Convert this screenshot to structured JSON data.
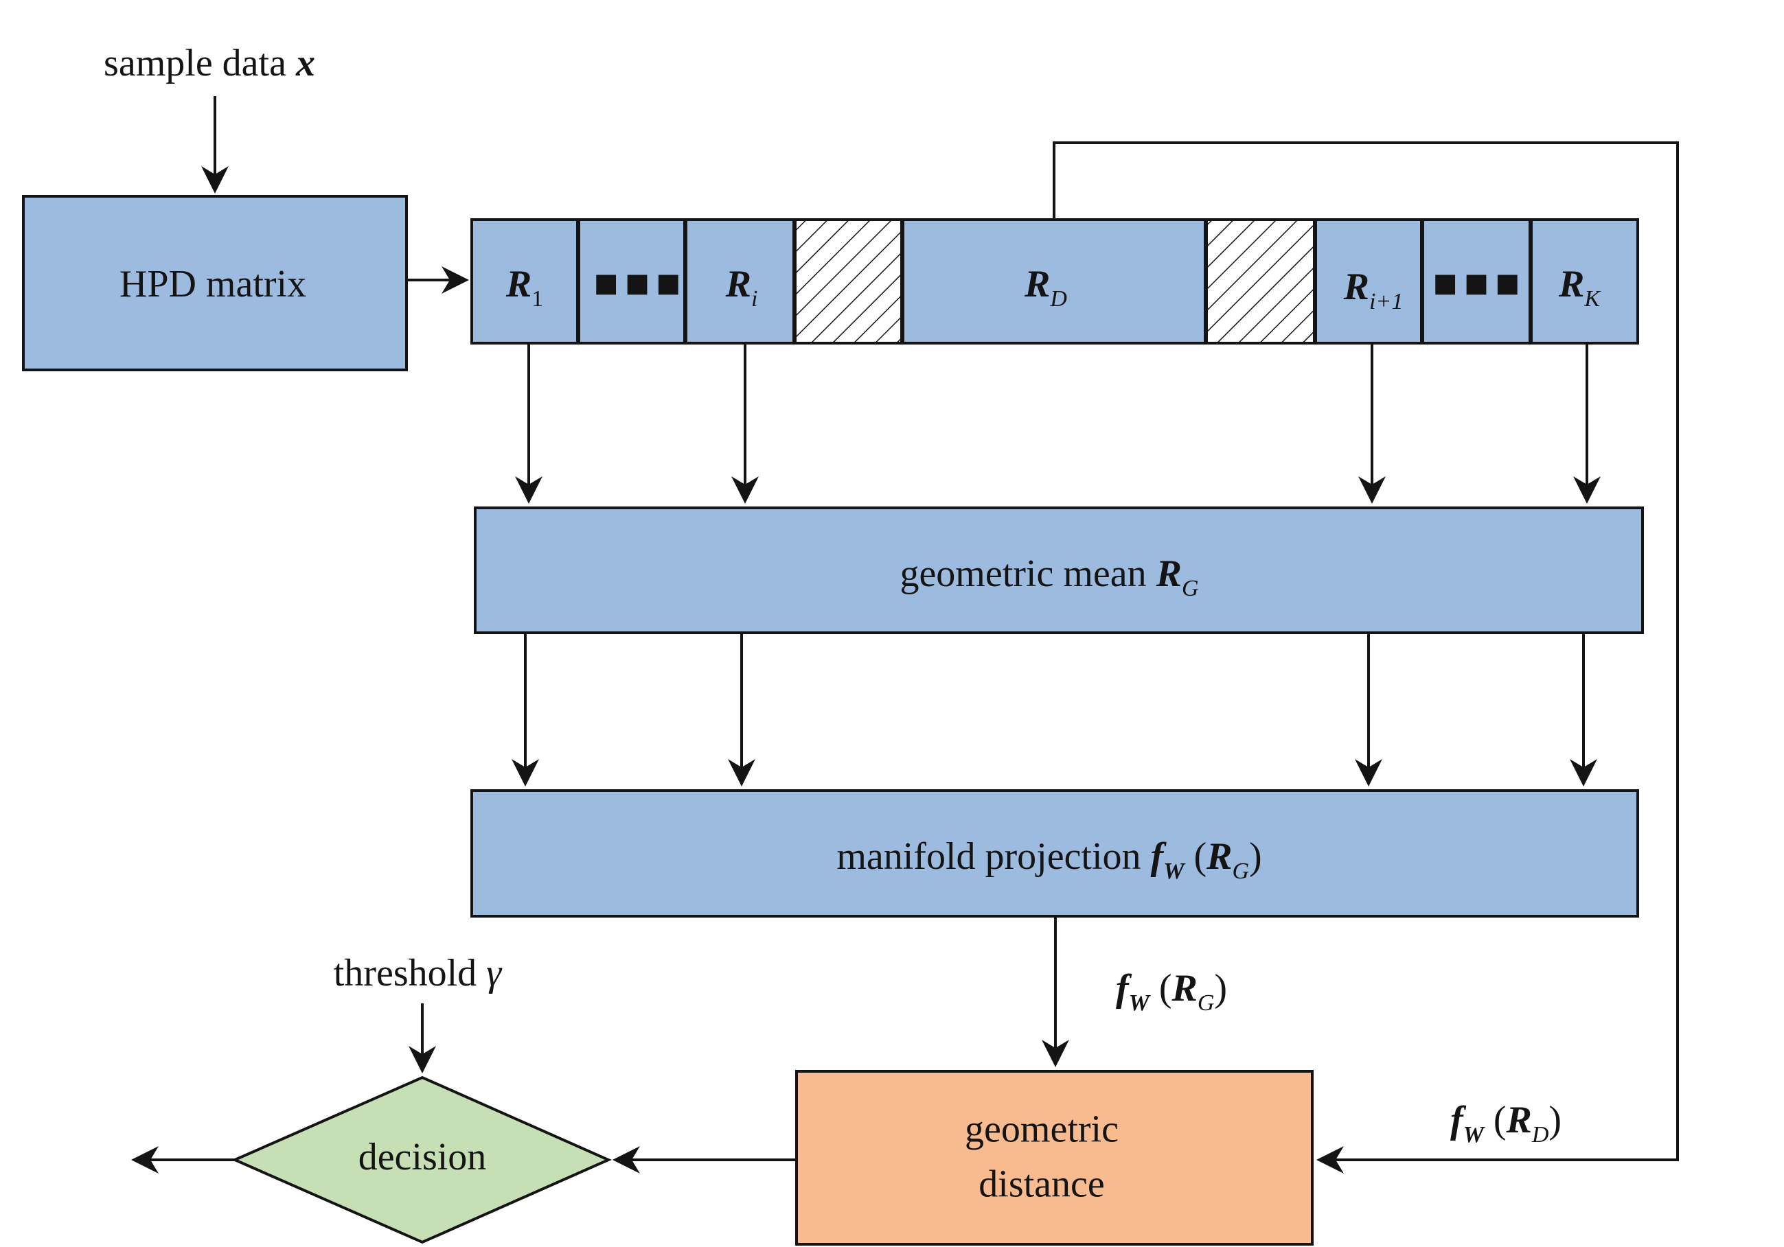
{
  "title": "",
  "nodes": {
    "input": {
      "label": "sample data",
      "var": "x"
    },
    "hpd": {
      "label": "HPD matrix"
    },
    "cells": {
      "r1": {
        "main": "R",
        "sub": "1"
      },
      "dots_left": {
        "text": "▪▪▪"
      },
      "ri": {
        "main": "R",
        "sub": "i"
      },
      "rd": {
        "main": "R",
        "sub": "D"
      },
      "ri1": {
        "main": "R",
        "sub": "i+1"
      },
      "dots_right": {
        "text": "▪▪▪"
      },
      "rk": {
        "main": "R",
        "sub": "K"
      }
    },
    "geomean": {
      "label": "geometric mean",
      "main": "R",
      "sub": "G"
    },
    "projection": {
      "label": "manifold projection",
      "f": "f",
      "fsub": "W",
      "open": " (",
      "main": "R",
      "sub": "G",
      "close": ")"
    },
    "distance": {
      "line1": "geometric",
      "line2": "distance"
    },
    "decision": {
      "label": "decision"
    },
    "threshold": {
      "label": "threshold",
      "var": "γ"
    }
  },
  "edge_labels": {
    "fw_rg": {
      "f": "f",
      "fsub": "W",
      "open": " (",
      "main": "R",
      "sub": "G",
      "close": ")"
    },
    "fw_rd": {
      "f": "f",
      "fsub": "W",
      "open": " (",
      "main": "R",
      "sub": "D",
      "close": ")"
    }
  },
  "colors": {
    "blue_box": "#9dbbdf",
    "hatch_bg": "#ffffff",
    "orange_box": "#f8bb8f",
    "green_diamond": "#c6dfb4",
    "stroke": "#141414"
  }
}
